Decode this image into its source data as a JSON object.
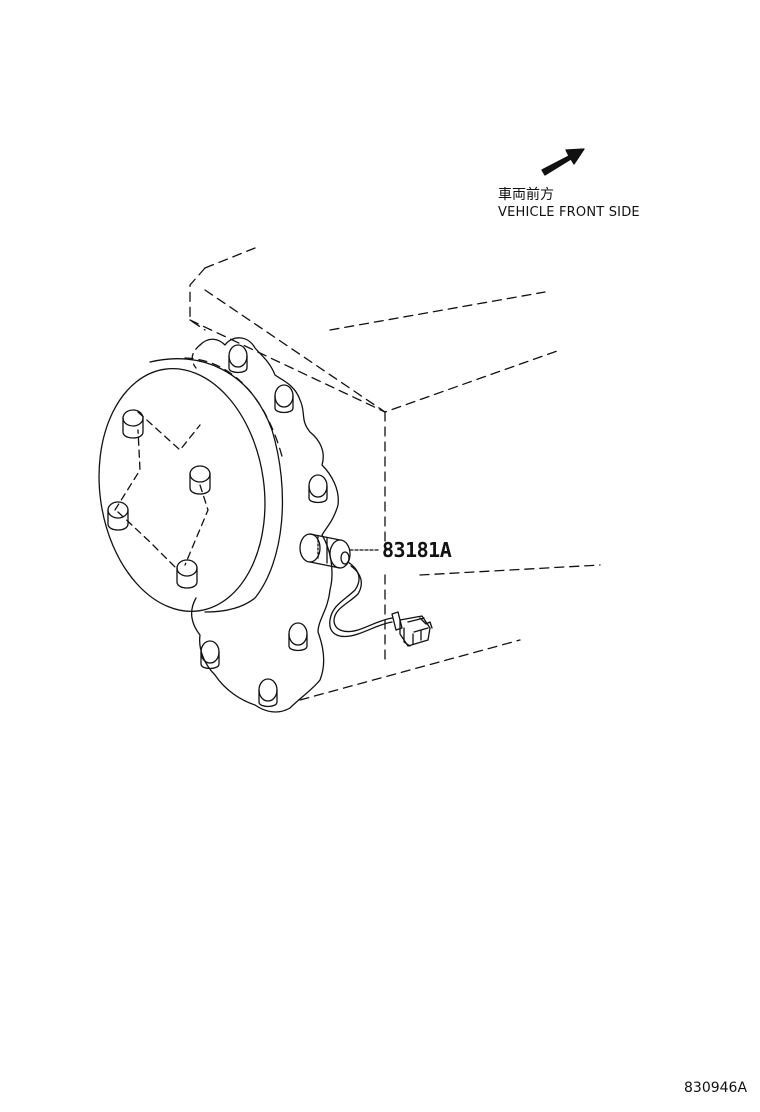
{
  "direction": {
    "label_jp": "車両前方",
    "label_en": "VEHICLE FRONT SIDE",
    "icon": "arrow-icon"
  },
  "callout": {
    "part_number": "83181A"
  },
  "figure": {
    "reference_code": "830946A"
  },
  "colors": {
    "line": "#111111",
    "background": "#ffffff"
  }
}
